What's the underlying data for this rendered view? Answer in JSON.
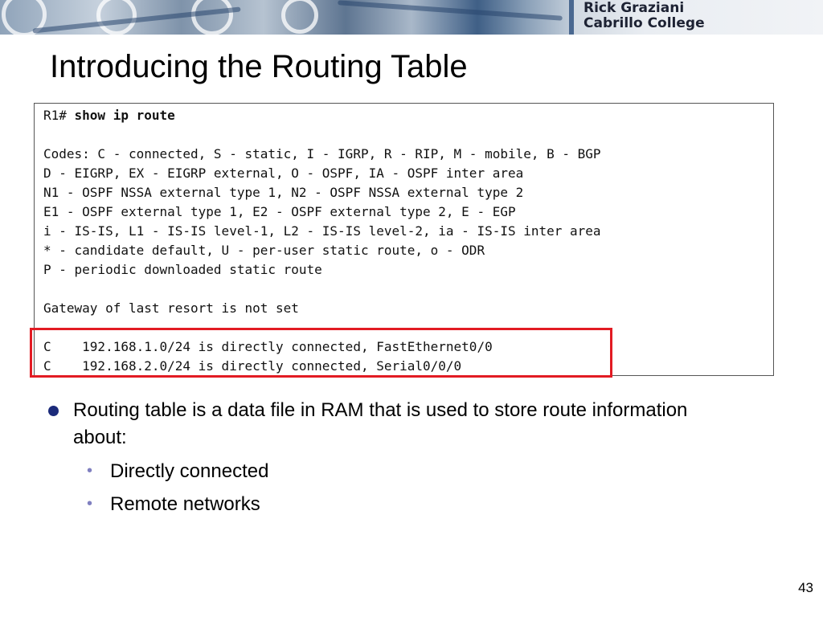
{
  "header": {
    "author": "Rick Graziani",
    "institution": "Cabrillo College"
  },
  "slide": {
    "title": "Introducing the Routing Table",
    "page_number": "43"
  },
  "terminal": {
    "prompt": "R1# ",
    "command": "show ip route",
    "codes": [
      "Codes: C - connected, S - static, I - IGRP, R - RIP, M - mobile, B - BGP",
      "D - EIGRP, EX - EIGRP external, O - OSPF, IA - OSPF inter area",
      "N1 - OSPF NSSA external type 1, N2 - OSPF NSSA external type 2",
      "E1 - OSPF external type 1, E2 - OSPF external type 2, E - EGP",
      "i - IS-IS, L1 - IS-IS level-1, L2 - IS-IS level-2, ia - IS-IS inter area",
      "* - candidate default, U - per-user static route, o - ODR",
      "P - periodic downloaded static route"
    ],
    "gateway": "Gateway of last resort is not set",
    "routes": [
      "C    192.168.1.0/24 is directly connected, FastEthernet0/0",
      "C    192.168.2.0/24 is directly connected, Serial0/0/0"
    ],
    "highlight_color": "#e21b23"
  },
  "bullets": {
    "main": "Routing table is a data file in RAM that is used to store route information about:",
    "sub": [
      "Directly connected",
      "Remote networks"
    ]
  }
}
